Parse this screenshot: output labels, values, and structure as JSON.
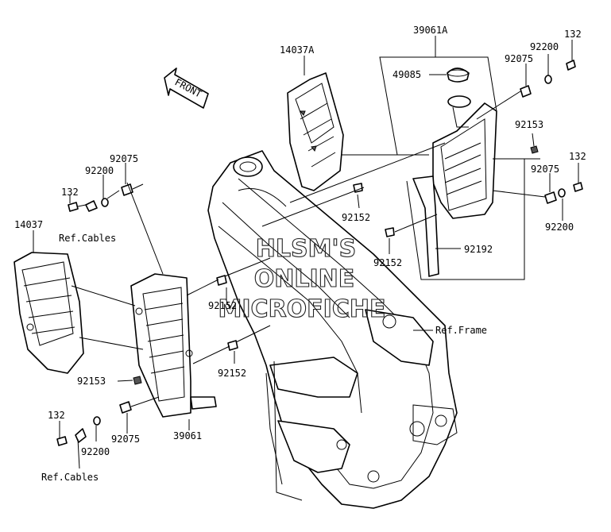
{
  "labels": {
    "p39061A": "39061A",
    "p14037A": "14037A",
    "p132_tr": "132",
    "p92200_tr": "92200",
    "p92075_tr": "92075",
    "p49085": "49085",
    "p92153_r": "92153",
    "p132_r": "132",
    "p92075_r": "92075",
    "p92200_r": "92200",
    "p92192": "92192",
    "p92152_a": "92152",
    "p92152_b": "92152",
    "p92075_l": "92075",
    "p92200_l": "92200",
    "p132_l": "132",
    "refcables_l": "Ref.Cables",
    "p14037": "14037",
    "p92152_c": "92152",
    "p92152_d": "92152",
    "p92153_l": "92153",
    "refframe": "Ref.Frame",
    "p132_bl": "132",
    "p92200_bl": "92200",
    "p92075_bl": "92075",
    "p39061": "39061",
    "refcables_bl": "Ref.Cables",
    "front": "FRONT"
  },
  "watermark": {
    "line1": "HLSM'S",
    "line2": "ONLINE",
    "line3": "MICROFICHE"
  }
}
